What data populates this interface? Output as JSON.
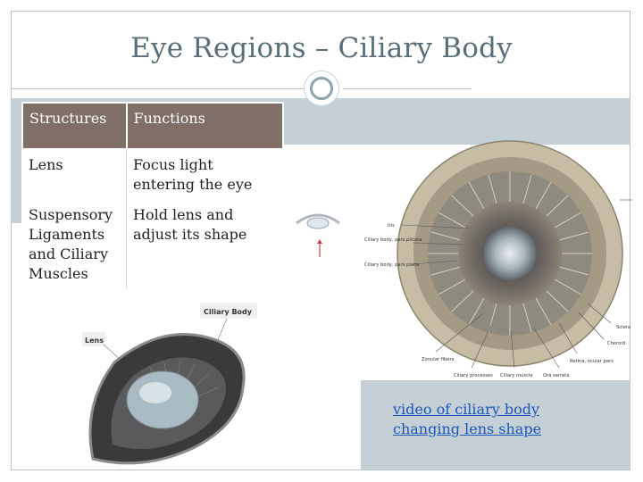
{
  "title": "Eye Regions – Ciliary Body",
  "table": {
    "headers": [
      "Structures",
      "Functions"
    ],
    "rows": [
      {
        "structure": "Lens",
        "function": "Focus light entering the eye"
      },
      {
        "structure": "Suspensory Ligaments and Ciliary Muscles",
        "function": "Hold lens and adjust its shape"
      }
    ]
  },
  "figure_labels": {
    "ciliary_body": "Ciliary Body",
    "lens": "Lens",
    "iris": "Iris",
    "ciliary_body_pars_plicata": "Ciliary body, pars plicata",
    "ciliary_body_pars_plana": "Ciliary body, pars plana",
    "zonular_fibers": "Zonular fibers",
    "ciliary_processes": "Ciliary processes",
    "ciliary_muscle": "Ciliary muscle",
    "ora_serrata": "Ora serrata",
    "retina_ocular_pars": "Retina, ocular pars",
    "choroid": "Choroid",
    "sclera": "Sclera"
  },
  "link": {
    "text": "video of ciliary body changing lens shape"
  },
  "colors": {
    "header_bg": "#7f6f67",
    "band": "#c5d0d6",
    "title": "#5a6e7a",
    "link": "#1a56b8"
  }
}
